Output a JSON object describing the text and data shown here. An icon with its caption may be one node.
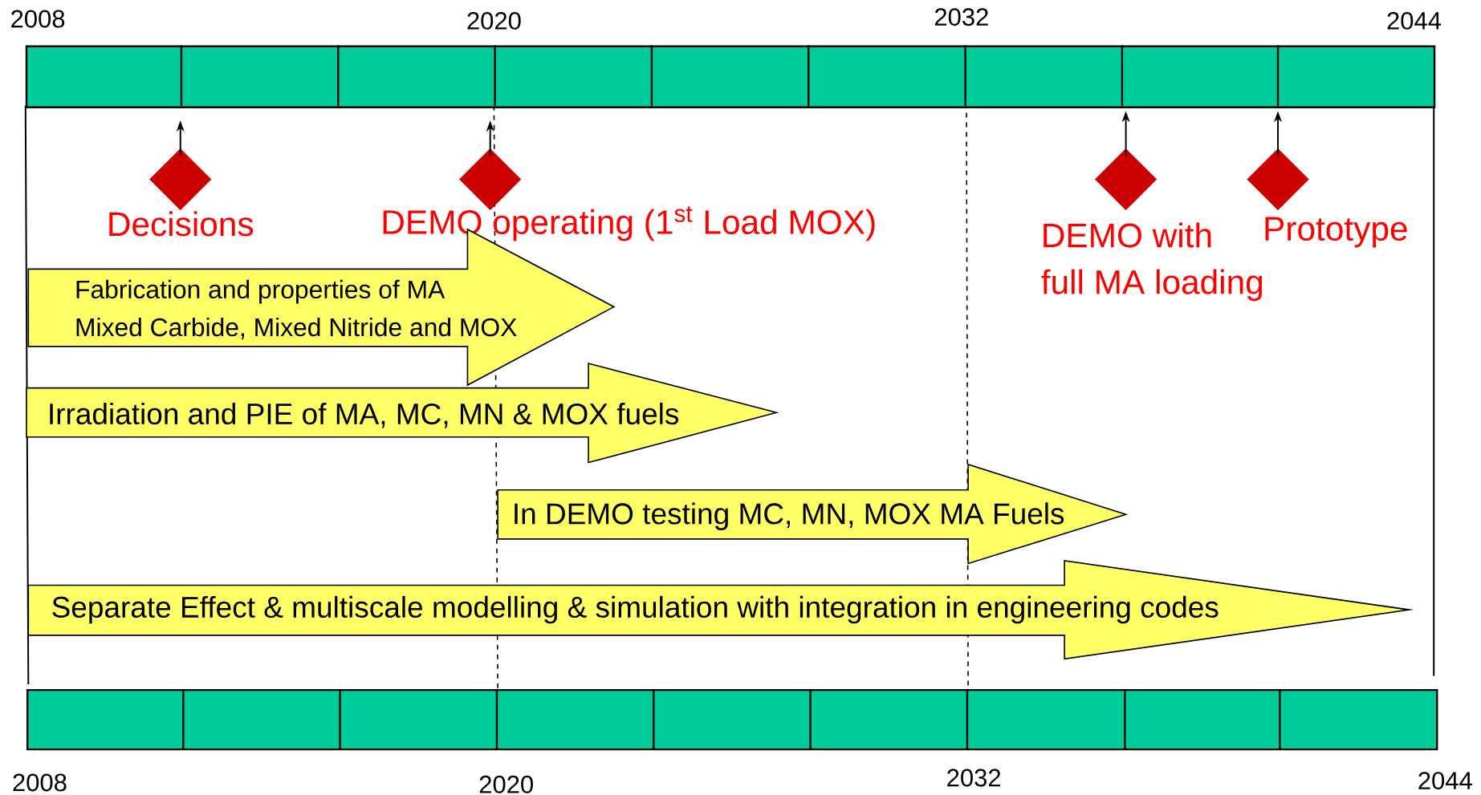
{
  "diagram": {
    "nodes": [
      {
        "text": [],
        "shape": "bar"
      },
      {
        "text": [
          "Decisions"
        ]
      },
      {
        "text": [
          "DEMO operating (1$^{st}$ Load MOX)"
        ]
      },
      {
        "text": [
          "DEMO with",
          "full MA loading"
        ]
      },
      {
        "text": [
          "Prototype"
        ]
      },
      {
        "text": [
          "Fabrication and properties of MA",
          "Mixed Carbide, Mixed Nitride and MOX"
        ]
      },
      {
        "text": [
          "Irradiation and PIE of MA, MC, MN & MOX fuels"
        ]
      },
      {
        "text": [
          "In DEMO testing MC, MN, MOX MA Fuels"
        ]
      },
      {
        "text": [
          "Separate Effect & multiscale modelling & simulation with integration in engineering codes"
        ]
      },
      {
        "text": [],
        "shape": "bar"
      }
    ],
    "edges": [
      {
        "from": 1,
        "to": 0,
        "arrow": "to"
      },
      {
        "from": 2,
        "to": 0,
        "arrow": "to"
      },
      {
        "from": 3,
        "to": 0,
        "arrow": "to"
      },
      {
        "from": 4,
        "to": 0,
        "arrow": "to"
      }
    ],
    "labels": [
      "2008",
      "2020",
      "2032",
      "2044",
      "2008",
      "2020",
      "2032",
      "2044"
    ]
  }
}
